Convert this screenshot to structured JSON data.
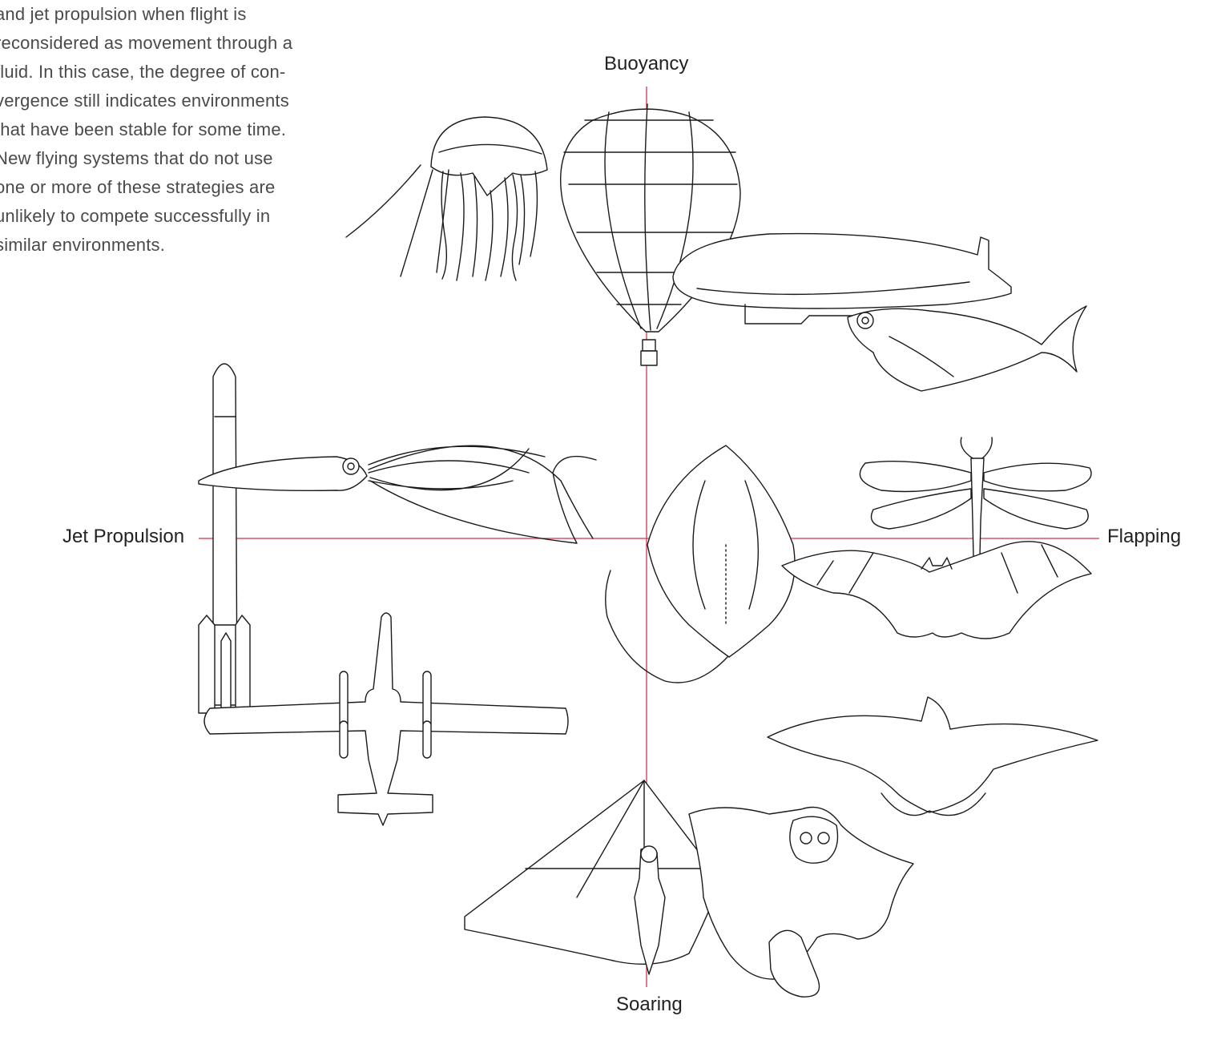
{
  "intro_text": [
    "and jet propulsion when flight is",
    "reconsidered as movement through a",
    "fluid. In this case, the degree of con-",
    "vergence still indicates environments",
    "that have been stable for some time.",
    "New flying systems that do not use",
    "one or more of these strategies are",
    "unlikely to compete successfully in",
    "similar environments."
  ],
  "axes": {
    "top": "Buoyancy",
    "left": "Jet Propulsion",
    "right": "Flapping",
    "bottom": "Soaring"
  },
  "colors": {
    "axis_line": "#d8324a",
    "ink": "#1a1a1a"
  }
}
